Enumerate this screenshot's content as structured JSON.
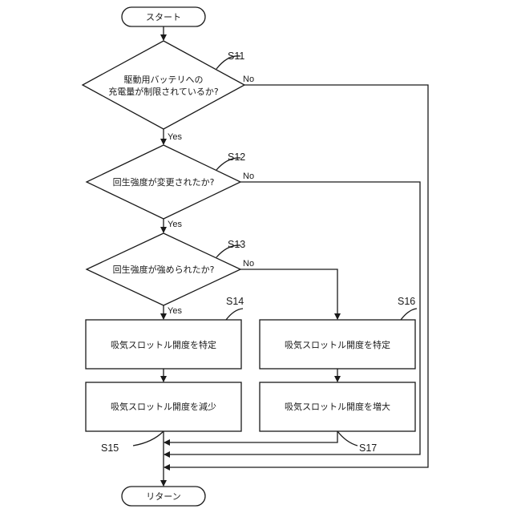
{
  "terminals": {
    "start": "スタート",
    "end": "リターン"
  },
  "decisions": {
    "s11": {
      "line1": "駆動用バッテリへの",
      "line2": "充電量が制限されているか?"
    },
    "s12": {
      "text": "回生強度が変更されたか?"
    },
    "s13": {
      "text": "回生強度が強められたか?"
    }
  },
  "processes": {
    "s14": "吸気スロットル開度を特定",
    "s15": "吸気スロットル開度を減少",
    "s16": "吸気スロットル開度を特定",
    "s17": "吸気スロットル開度を増大"
  },
  "step_labels": {
    "s11": "S11",
    "s12": "S12",
    "s13": "S13",
    "s14": "S14",
    "s15": "S15",
    "s16": "S16",
    "s17": "S17"
  },
  "branch_labels": {
    "yes": "Yes",
    "no": "No"
  }
}
